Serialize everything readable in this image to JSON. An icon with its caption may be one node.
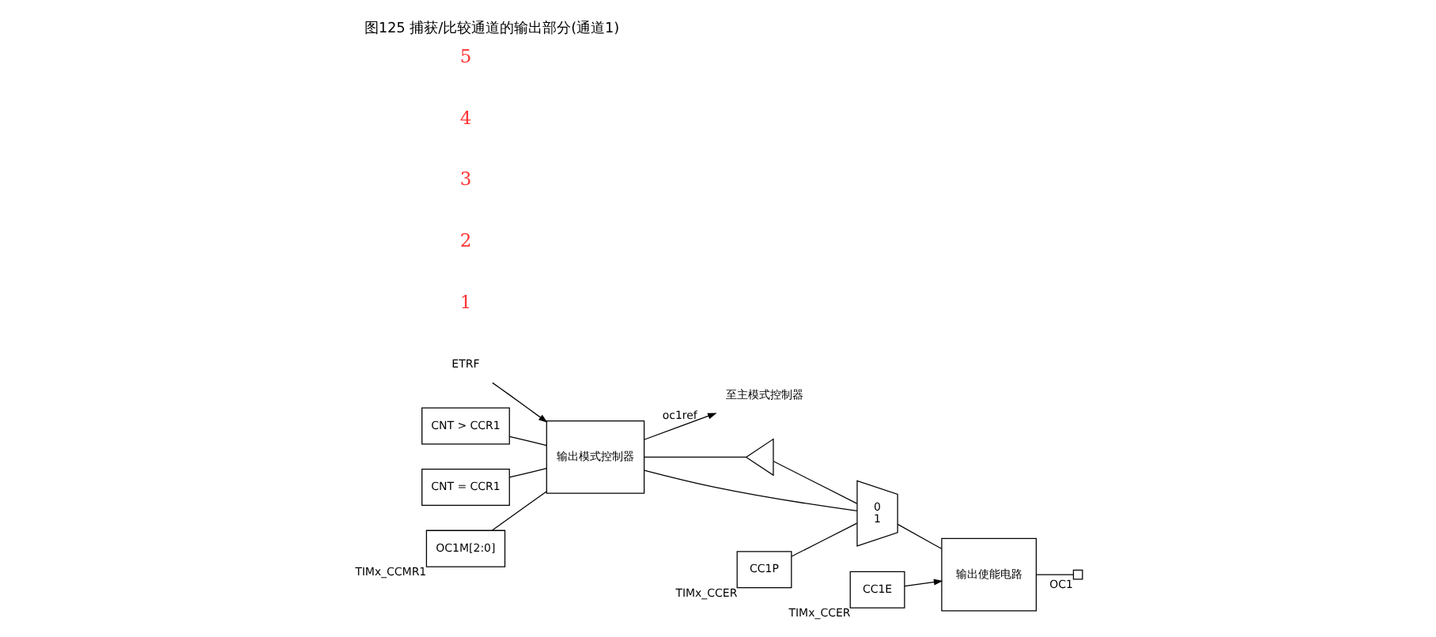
{
  "diagram": {
    "title": "图125 捕获/比较通道的输出部分(通道1)",
    "nodes": [
      {
        "text": [
          "ETRF"
        ]
      },
      {
        "text": [
          "CNT > CCR1"
        ]
      },
      {
        "text": [
          "CNT = CCR1"
        ]
      },
      {
        "text": [
          "输出模式控制器"
        ]
      },
      {
        "text": [
          "OC1M[2:0]"
        ],
        "beside": [
          "TIMx_CCMR1"
        ]
      },
      {
        "text": [
          "至主模式控制器"
        ]
      },
      {
        "text": [],
        "shape": "triangle"
      },
      {
        "text": [
          "0",
          "1"
        ]
      },
      {
        "text": [
          "CC1P"
        ],
        "beside": [
          "TIMx_CCER"
        ]
      },
      {
        "text": [
          "输出使能电路"
        ]
      },
      {
        "text": [],
        "shape": "box",
        "beside": [
          "OC1"
        ]
      },
      {
        "text": [
          "CC1E"
        ],
        "beside": [
          "TIMx_CCER"
        ]
      }
    ],
    "edges": [
      {
        "from": 0,
        "to": 3,
        "arrow": "to"
      },
      {
        "from": 1,
        "to": 3,
        "arrow": "none"
      },
      {
        "from": 2,
        "to": 3,
        "arrow": "none"
      },
      {
        "from": 4,
        "to": 3,
        "arrow": "none"
      },
      {
        "from": 3,
        "to": 5,
        "arrow": "to",
        "label": "oc1ref"
      },
      {
        "from": 3,
        "to": 7,
        "arrow": "none"
      },
      {
        "from": 3,
        "to": 6,
        "arrow": "none"
      },
      {
        "from": 6,
        "to": 7,
        "arrow": "none"
      },
      {
        "from": 8,
        "to": 7,
        "arrow": "none"
      },
      {
        "from": 7,
        "to": 9,
        "arrow": "none"
      },
      {
        "from": 11,
        "to": 9,
        "arrow": "to"
      },
      {
        "from": 9,
        "to": 10,
        "arrow": "none"
      }
    ],
    "labels": [
      "1",
      "2",
      "3",
      "4",
      "5"
    ]
  }
}
